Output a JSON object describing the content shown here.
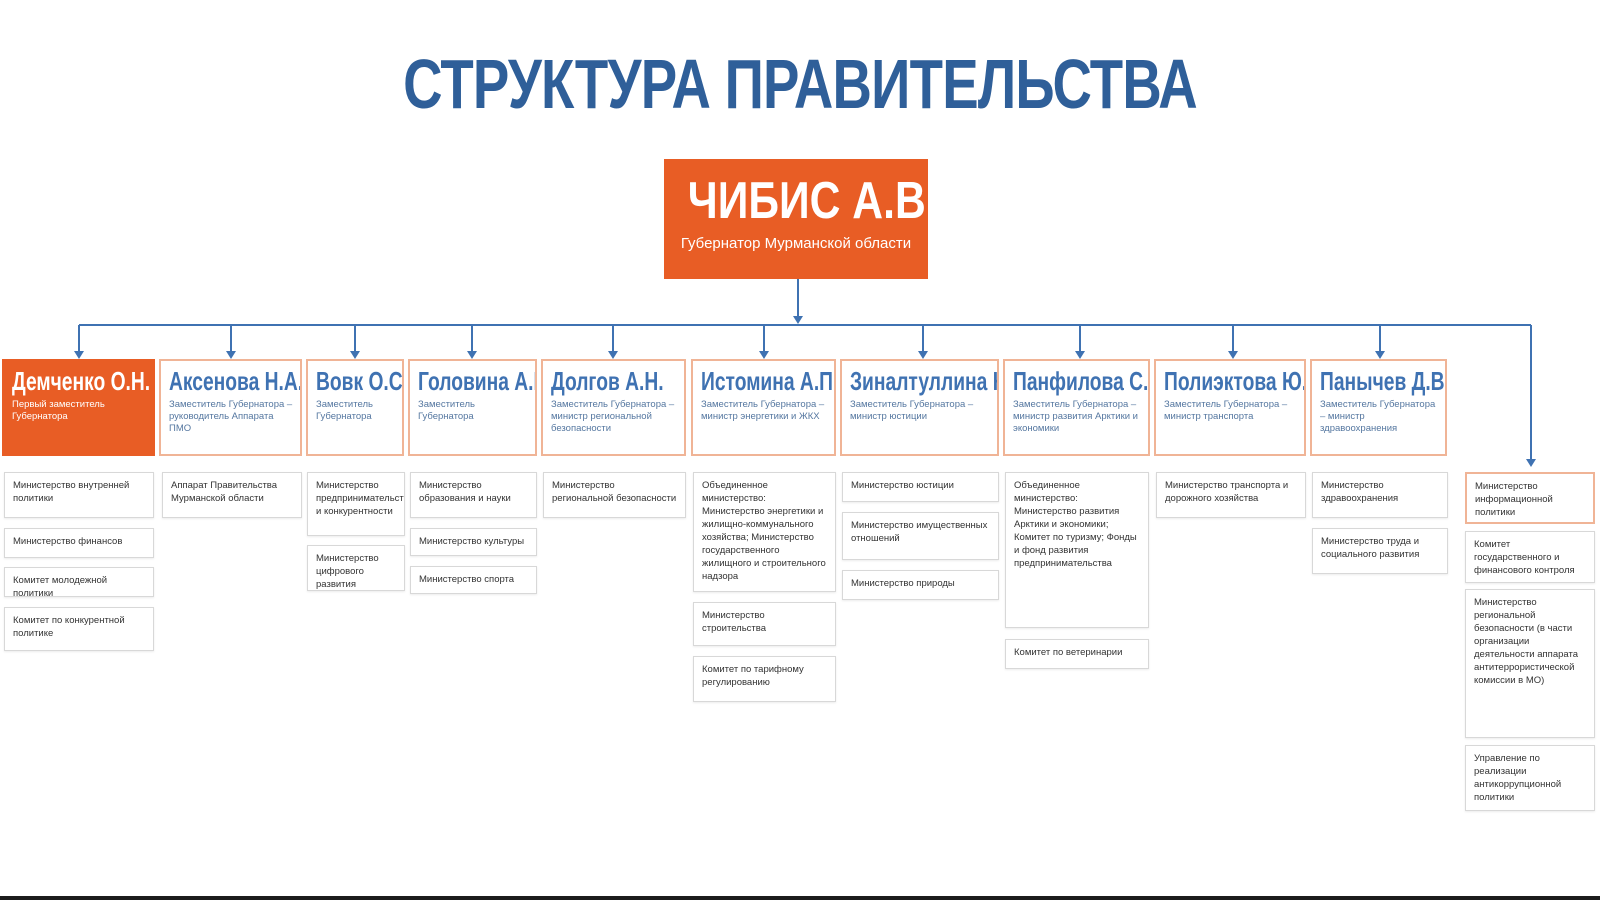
{
  "title": "СТРУКТУРА ПРАВИТЕЛЬСТВА",
  "governor": {
    "name": "ЧИБИС А.В.",
    "role": "Губернатор Мурманской области"
  },
  "colors": {
    "accent": "#e85d25",
    "blue": "#2f5f99",
    "line": "#3f72b2",
    "box_border": "#f0b496"
  },
  "deputies": [
    {
      "name": "Демченко О.Н.",
      "role": "Первый заместитель Губернатора",
      "subs": [
        "Министерство внутренней политики",
        "Министерство финансов",
        "Комитет молодежной политики",
        "Комитет по конкурентной политике"
      ]
    },
    {
      "name": "Аксенова Н.А.",
      "role": "Заместитель Губернатора – руководитель Аппарата ПМО",
      "subs": [
        "Аппарат Правительства Мурманской области"
      ]
    },
    {
      "name": "Вовк О.С.",
      "role": "Заместитель Губернатора",
      "subs": [
        "Министерство предпринимательства и конкурентности",
        "Министерство цифрового развития"
      ]
    },
    {
      "name": "Головина А.Г.",
      "role": "Заместитель Губернатора",
      "subs": [
        "Министерство образования и науки",
        "Министерство культуры",
        "Министерство спорта"
      ]
    },
    {
      "name": "Долгов А.Н.",
      "role": "Заместитель Губернатора – министр региональной безопасности",
      "subs": [
        "Министерство региональной безопасности"
      ]
    },
    {
      "name": "Истомина А.П.",
      "role": "Заместитель Губернатора – министр энергетики и ЖКХ",
      "subs": [
        "Объединенное министерство: Министерство энергетики и жилищно-коммунального хозяйства; Министерство государственного жилищного и строительного надзора",
        "Министерство строительства",
        "Комитет по тарифному регулированию"
      ]
    },
    {
      "name": "Зиналтуллина К.В.",
      "role": "Заместитель Губернатора – министр юстиции",
      "subs": [
        "Министерство юстиции",
        "Министерство имущественных отношений",
        "Министерство природы"
      ]
    },
    {
      "name": "Панфилова С.А.",
      "role": "Заместитель Губернатора – министр развития Арктики и экономики",
      "subs": [
        "Объединенное министерство: Министерство развития Арктики и экономики; Комитет по туризму; Фонды и фонд развития предпринимательства",
        "Комитет по ветеринарии"
      ]
    },
    {
      "name": "Полиэктова Ю.А.",
      "role": "Заместитель Губернатора – министр транспорта",
      "subs": [
        "Министерство транспорта и дорожного хозяйства"
      ]
    },
    {
      "name": "Панычев Д.В.",
      "role": "Заместитель Губернатора – министр здравоохранения",
      "subs": [
        "Министерство здравоохранения",
        "Министерство труда и социального развития"
      ]
    }
  ],
  "direct_subs": [
    "Министерство информационной политики",
    "Комитет государственного и финансового контроля",
    "Министерство региональной безопасности (в части организации деятельности аппарата антитеррористической комиссии в МО)",
    "Управление по реализации антикоррупционной политики"
  ]
}
